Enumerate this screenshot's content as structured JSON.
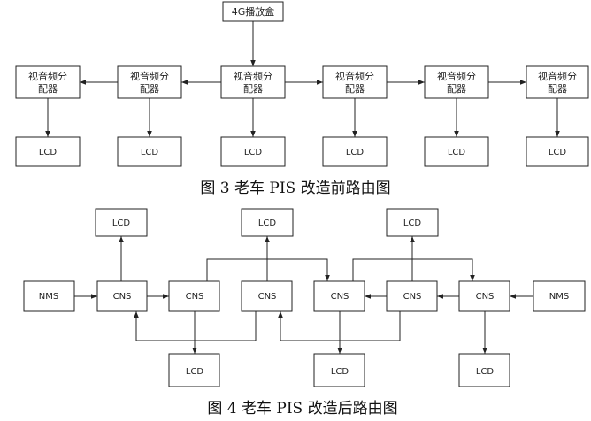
{
  "figure3": {
    "source_label": "4G播放盒",
    "splitter_line1": "视音频分",
    "splitter_line2": "配器",
    "lcd_label": "LCD",
    "caption": "图 3  老车 PIS 改造前路由图"
  },
  "figure4": {
    "nms_label": "NMS",
    "cns_label": "CNS",
    "lcd_label": "LCD",
    "caption": "图 4  老车 PIS 改造后路由图"
  }
}
